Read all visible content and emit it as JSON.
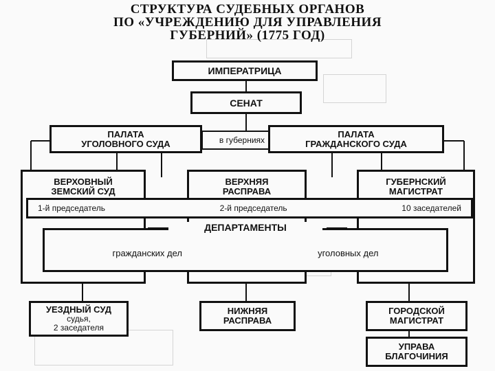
{
  "title": {
    "line1": "СТРУКТУРА СУДЕБНЫХ ОРГАНОВ",
    "line2": "ПО «УЧРЕЖДЕНИЮ ДЛЯ УПРАВЛЕНИЯ",
    "line3": "ГУБЕРНИЙ» (1775 ГОД)"
  },
  "nodes": {
    "empress": "ИМПЕРАТРИЦА",
    "senate": "СЕНАТ",
    "criminal_chamber": {
      "line1": "ПАЛАТА",
      "line2": "УГОЛОВНОГО СУДА"
    },
    "in_provinces": "в губерниях",
    "civil_chamber": {
      "line1": "ПАЛАТА",
      "line2": "ГРАЖДАНСКОГО СУДА"
    },
    "supreme_zemsky": {
      "line1": "ВЕРХОВНЫЙ",
      "line2": "ЗЕМСКИЙ СУД"
    },
    "upper_rasprava": {
      "line1": "ВЕРХНЯЯ",
      "line2": "РАСПРАВА"
    },
    "provincial_magistrate": {
      "line1": "ГУБЕРНСКИЙ",
      "line2": "МАГИСТРАТ"
    },
    "uyezd_court": {
      "line1": "УЕЗДНЫЙ СУД",
      "line2": "судья,",
      "line3": "2 заседателя"
    },
    "lower_rasprava": {
      "line1": "НИЖНЯЯ",
      "line2": "РАСПРАВА"
    },
    "city_magistrate": {
      "line1": "ГОРОДСКОЙ",
      "line2": "МАГИСТРАТ"
    },
    "uprava": {
      "line1": "УПРАВА",
      "line2": "БЛАГОЧИНИЯ"
    }
  },
  "members": {
    "first_chair": "1-й председатель",
    "second_chair": "2-й председатель",
    "assessors": "10 заседателей"
  },
  "departments": {
    "heading": "ДЕПАРТАМЕНТЫ",
    "civil": "гражданских дел",
    "criminal": "уголовных дел"
  }
}
